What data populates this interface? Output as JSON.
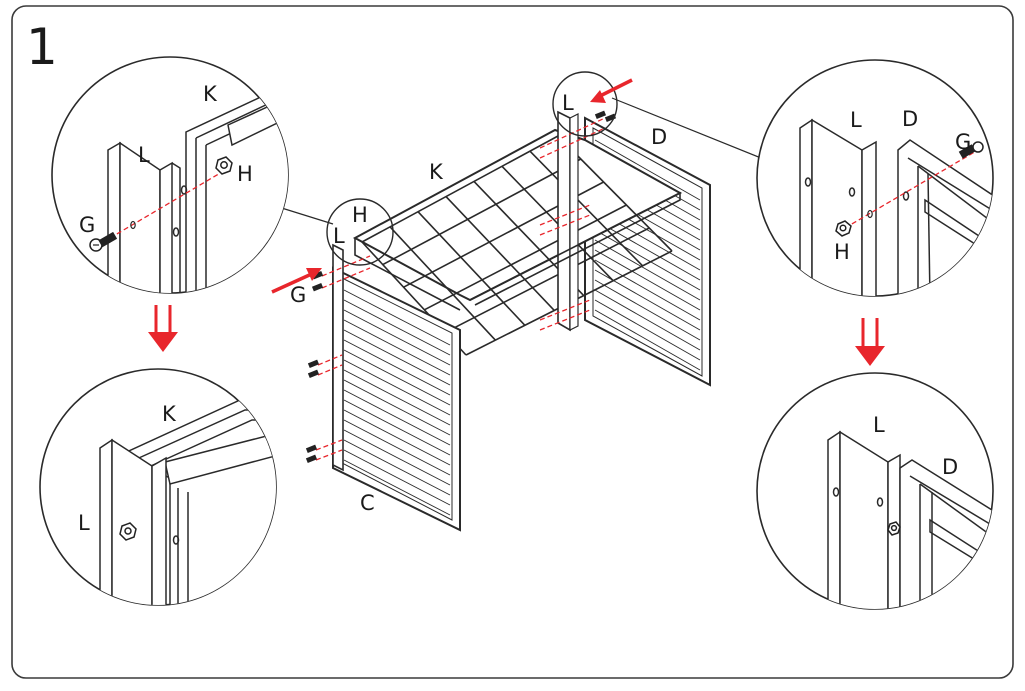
{
  "step_number": "1",
  "colors": {
    "frame": "#3a3a3a",
    "accent": "#e8262c",
    "line": "#2a2a2a"
  },
  "labels": {
    "top_left": {
      "k": "K",
      "l": "L",
      "g": "G",
      "h": "H"
    },
    "bottom_left": {
      "k": "K",
      "l": "L"
    },
    "center": {
      "k": "K",
      "d": "D",
      "c": "C",
      "l_top": "L",
      "l_mid": "L",
      "h_mid": "H",
      "g_mid": "G"
    },
    "top_right": {
      "l": "L",
      "d": "D",
      "g": "G",
      "h": "H"
    },
    "bottom_right": {
      "l": "L",
      "d": "D"
    }
  },
  "icons": {
    "down_arrow": "double-down-arrow-icon",
    "insert_arrow": "red-arrow-icon"
  }
}
